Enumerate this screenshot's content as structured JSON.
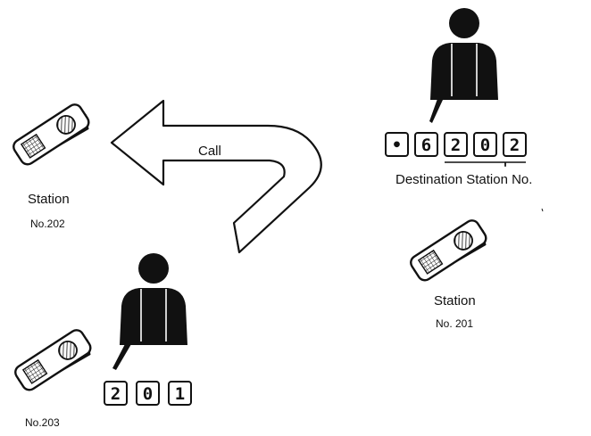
{
  "arrow_label": "Call",
  "station_202": {
    "title": "Station",
    "number": "No.202"
  },
  "station_201": {
    "title": "Station",
    "number": "No. 201"
  },
  "station_203": {
    "number": "No.203"
  },
  "caller_keys": [
    "•",
    "6",
    "2",
    "0",
    "2"
  ],
  "callee_keys": [
    "2",
    "0",
    "1"
  ],
  "destination_caption": "Destination Station No.",
  "colors": {
    "ink": "#111111",
    "paper": "#ffffff"
  }
}
